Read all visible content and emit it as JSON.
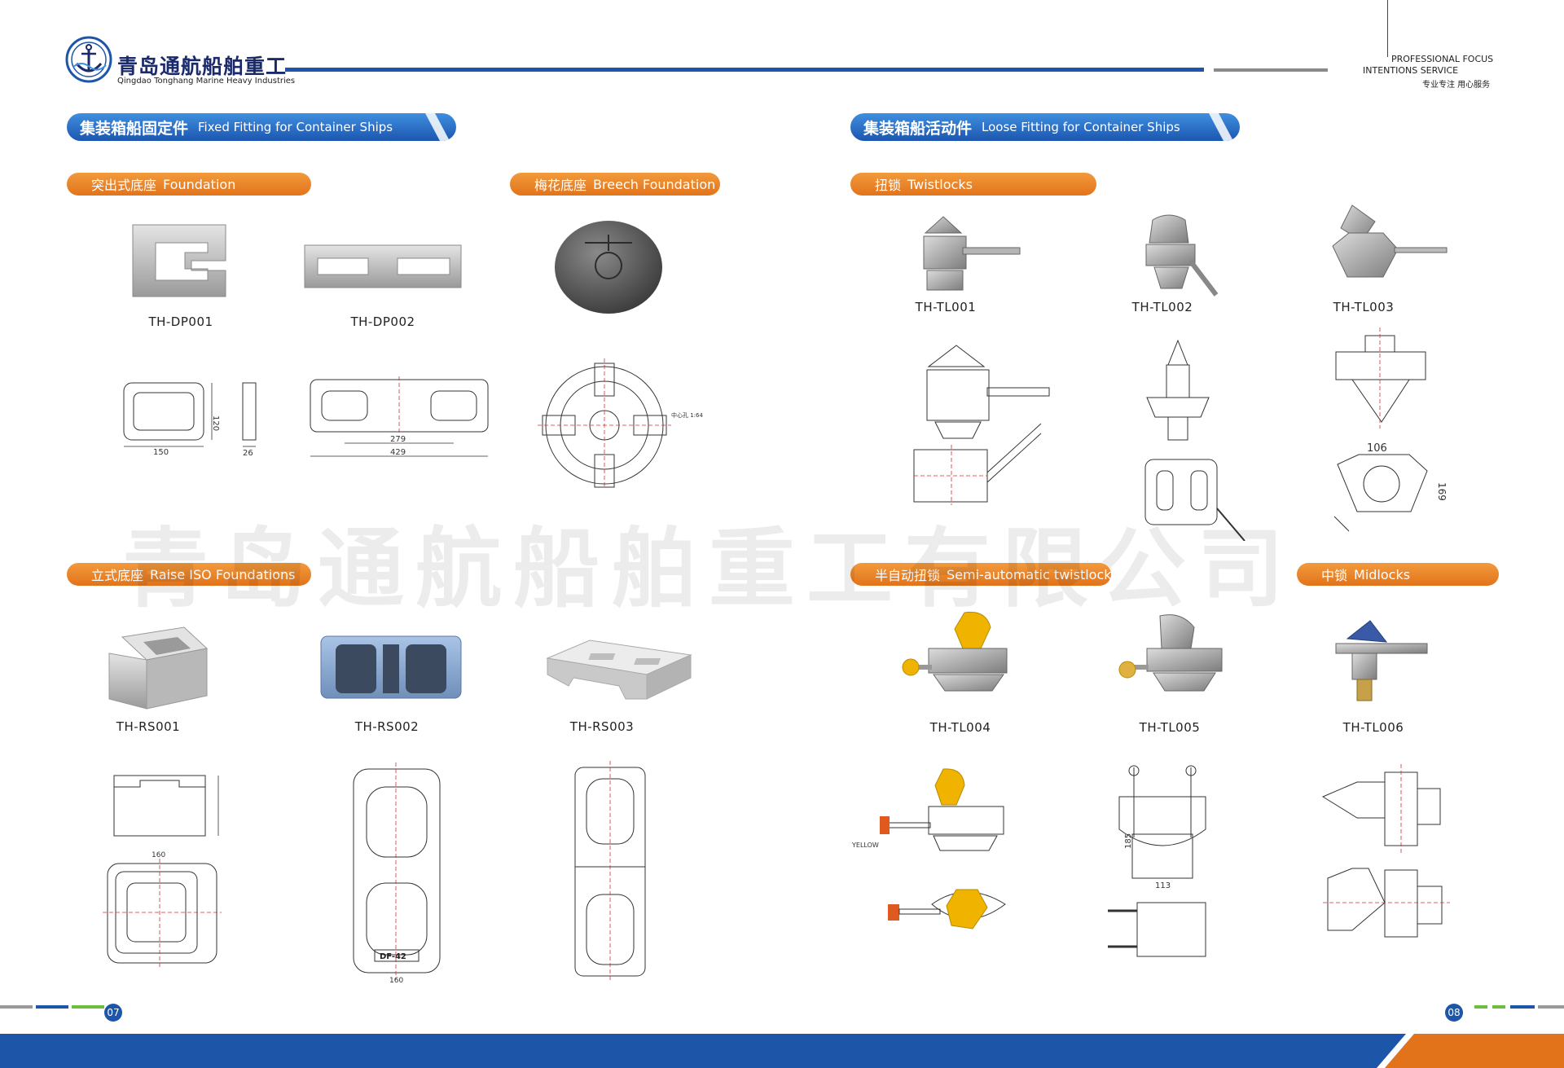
{
  "header": {
    "brand_cn": "青岛通航船舶重工",
    "brand_en": "Qingdao Tonghang Marine Heavy Industries",
    "tagline_1": "PROFESSIONAL FOCUS",
    "tagline_2": "INTENTIONS SERVICE",
    "tagline_3": "专业专注  用心服务"
  },
  "sections": {
    "fixed": {
      "cn": "集装箱船固定件",
      "en": "Fixed Fitting for Container Ships"
    },
    "loose": {
      "cn": "集装箱船活动件",
      "en": "Loose Fitting for Container Ships"
    }
  },
  "categories": {
    "foundation": {
      "cn": "突出式底座",
      "en": "Foundation"
    },
    "breech": {
      "cn": "梅花底座",
      "en": "Breech Foundation"
    },
    "twistlocks": {
      "cn": "扭锁",
      "en": "Twistlocks"
    },
    "raise": {
      "cn": "立式底座",
      "en": "Raise ISO Foundations"
    },
    "semi": {
      "cn": "半自动扭锁",
      "en": "Semi-automatic twistlocks"
    },
    "midlocks": {
      "cn": "中锁",
      "en": "Midlocks"
    }
  },
  "products": {
    "dp001": "TH-DP001",
    "dp002": "TH-DP002",
    "tl001": "TH-TL001",
    "tl002": "TH-TL002",
    "tl003": "TH-TL003",
    "rs001": "TH-RS001",
    "rs002": "TH-RS002",
    "rs003": "TH-RS003",
    "tl004": "TH-TL004",
    "tl005": "TH-TL005",
    "tl006": "TH-TL006"
  },
  "dimensions": {
    "dp001_w": "150",
    "dp001_h": "120",
    "dp001_t": "26",
    "dp002_inner": "279",
    "dp002_w": "429",
    "rs001_w": "160",
    "rs002_w": "160",
    "tl003_top": "106",
    "tl003_h": "169",
    "tl005_h": "185",
    "tl005_w": "113",
    "rs002_mark": "DF-42",
    "tl004_yellow": "YELLOW",
    "breech_note": "中心孔 1:64"
  },
  "watermark": "青岛通航船舶重工有限公司",
  "footer": {
    "page_left": "07",
    "page_right": "08"
  },
  "colors": {
    "blue": "#1d56a8",
    "orange": "#e2731b",
    "yellow": "#f0b400"
  }
}
